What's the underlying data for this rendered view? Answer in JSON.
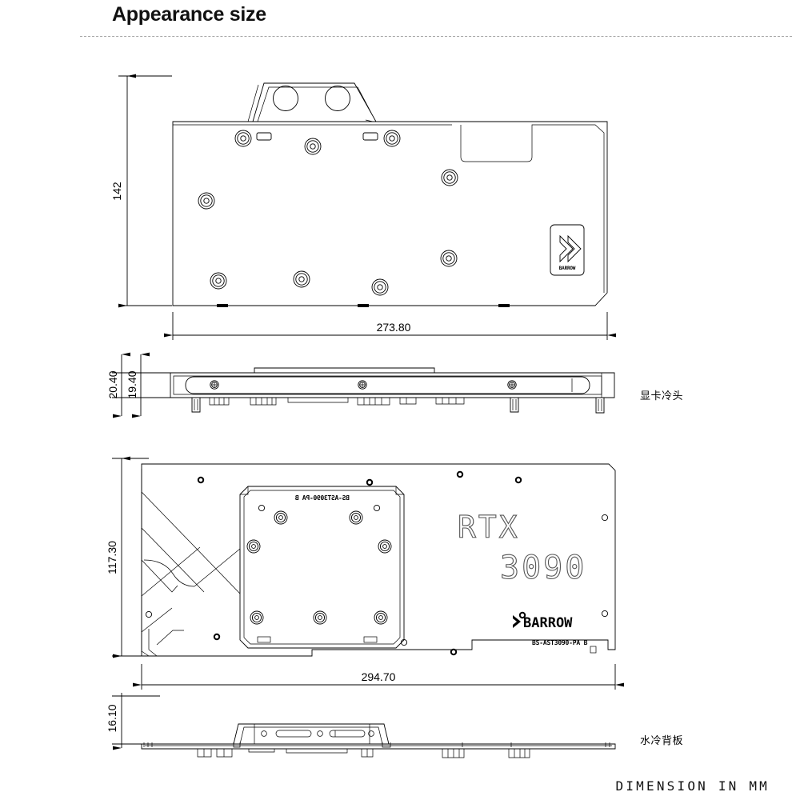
{
  "header": {
    "title": "Appearance size"
  },
  "footer": {
    "note": "DIMENSION IN MM"
  },
  "views": [
    {
      "id": "waterblock-top",
      "label_cn": "显卡冷头",
      "label_meaning": "GPU water block",
      "dimensions": {
        "height": "142",
        "width": "273.80"
      }
    },
    {
      "id": "waterblock-side",
      "dimensions": {
        "total_thickness": "20.40",
        "body_thickness": "19.40"
      }
    },
    {
      "id": "backplate-top",
      "label_cn": "水冷背板",
      "label_meaning": "Water cooling backplate",
      "dimensions": {
        "height": "117.30",
        "width": "294.70"
      }
    },
    {
      "id": "backplate-side",
      "dimensions": {
        "thickness": "16.10"
      }
    }
  ],
  "dimension_labels": {
    "block_height": "142",
    "block_width": "273.80",
    "block_thickness_outer": "20.40",
    "block_thickness_inner": "19.40",
    "backplate_height": "117.30",
    "backplate_width": "294.70",
    "backplate_thickness": "16.10"
  },
  "labels": {
    "waterblock_cn": "显卡冷头",
    "backplate_cn": "水冷背板"
  },
  "branding": {
    "gpu_series": "RTX",
    "gpu_model": "3090",
    "vendor": "BARROW",
    "part_number": "BS-AST3090-PA B",
    "part_number_mirrored": "BS-AST3090-PA B",
    "badge_text": "BARROW"
  },
  "colors": {
    "line": "#000000",
    "outline_grey": "#555555",
    "rule": "#a8a8a8",
    "background": "#ffffff"
  }
}
